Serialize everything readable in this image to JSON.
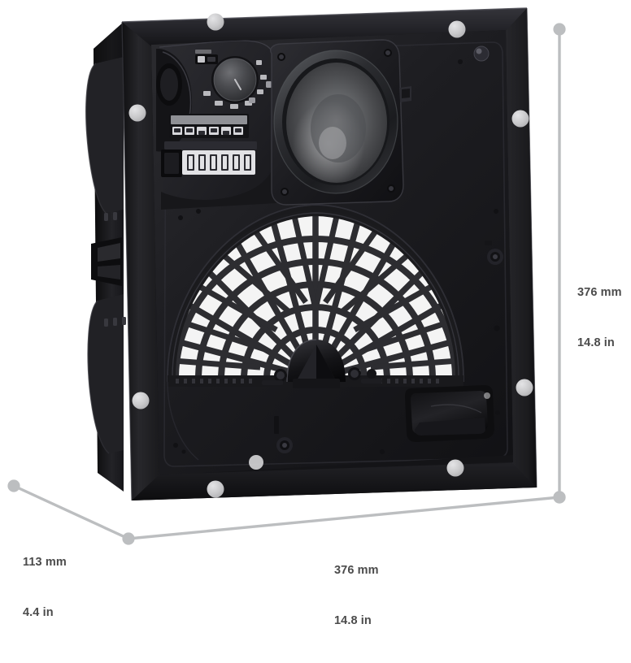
{
  "product": {
    "name": "in-wall-loudspeaker",
    "view": "rear three-quarter perspective",
    "body_color": "#1b1b1c",
    "flange_color": "#232325",
    "accent_color": "#c9c9cb",
    "grille_color": "#f2f2f2"
  },
  "dimensions": {
    "height": {
      "id": "height",
      "mm": "376 mm",
      "in": "14.8 in",
      "orientation": "vertical",
      "position": "right"
    },
    "width": {
      "id": "width",
      "mm": "376 mm",
      "in": "14.8 in",
      "orientation": "horizontal",
      "position": "bottom"
    },
    "depth": {
      "id": "depth",
      "mm": "113 mm",
      "in": "4.4 in",
      "orientation": "diagonal",
      "position": "bottom-left"
    }
  },
  "dimension_lines": {
    "color": "#bcbec0",
    "stroke_width": 3.4,
    "dot_radius": 7.5
  },
  "components": {
    "woofer": "cone-woofer-driver",
    "waveguide": "radial-grille-waveguide",
    "tweeter": "horn-tweeter-phase-plug",
    "port": "bass-reflex-port",
    "control_panel": "rear-control-panel",
    "knob": "rotary-selector-knob",
    "dip_switches": "dip-switch-bank",
    "terminal_block": "speaker-terminal-block",
    "mounting_clamps": "dog-ear-mounting-clamps",
    "flange_screws": "flange-screw-heads"
  }
}
